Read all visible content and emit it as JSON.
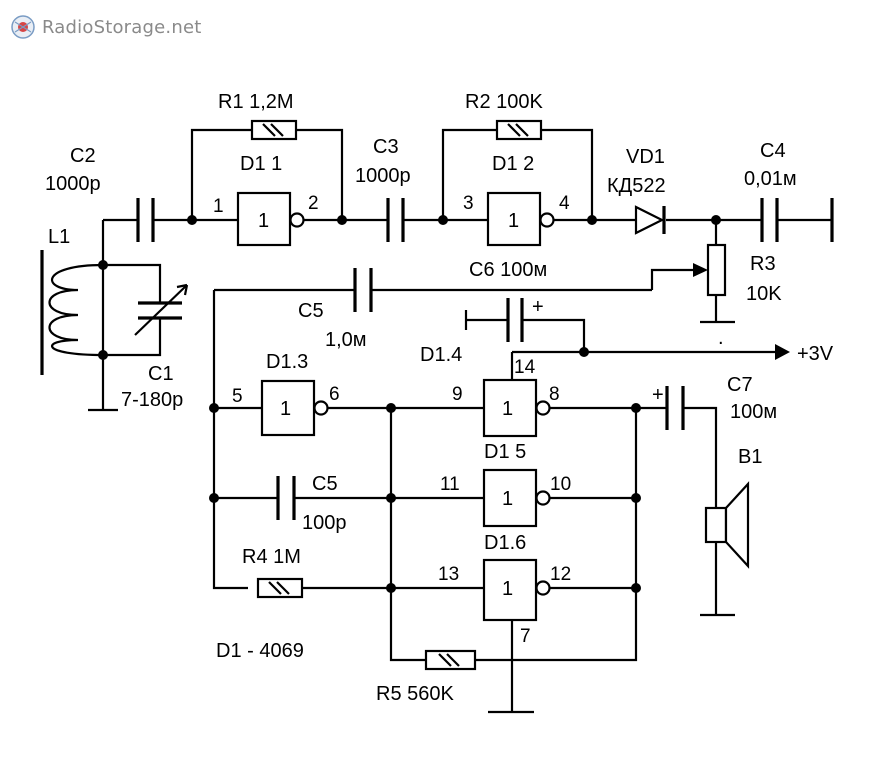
{
  "watermark": {
    "text": "RadioStorage.net"
  },
  "labels": {
    "L1": "L1",
    "C1_name": "C1",
    "C1_value": "7-180p",
    "C2_name": "C2",
    "C2_value": "1000p",
    "R1": "R1 1,2M",
    "D1_1": "D1 1",
    "C3_name": "C3",
    "C3_value": "1000p",
    "R2": "R2 100K",
    "D1_2": "D1 2",
    "VD1_name": "VD1",
    "VD1_value": "КД522",
    "C4_name": "C4",
    "C4_value": "0,01м",
    "R3_name": "R3",
    "R3_value": "10K",
    "C6": "C6  100м",
    "C5a_name": "C5",
    "C5a_value": "1,0м",
    "D1_4": "D1.4",
    "supply": "+3V",
    "D1_3": "D1.3",
    "D1_5": "D1 5",
    "C7_name": "C7",
    "C7_value": "100м",
    "B1": "B1",
    "C5b_name": "C5",
    "C5b_value": "100p",
    "D1_6": "D1.6",
    "R4": "R4  1M",
    "D1_chip": "D1 - 4069",
    "R5": "R5 560K",
    "plus": "+",
    "dot": "."
  },
  "gates": {
    "symbol": "1"
  },
  "pins": {
    "p1": "1",
    "p2": "2",
    "p3": "3",
    "p4": "4",
    "p5": "5",
    "p6": "6",
    "p7": "7",
    "p8": "8",
    "p9": "9",
    "p10": "10",
    "p11": "11",
    "p12": "12",
    "p13": "13",
    "p14": "14"
  }
}
